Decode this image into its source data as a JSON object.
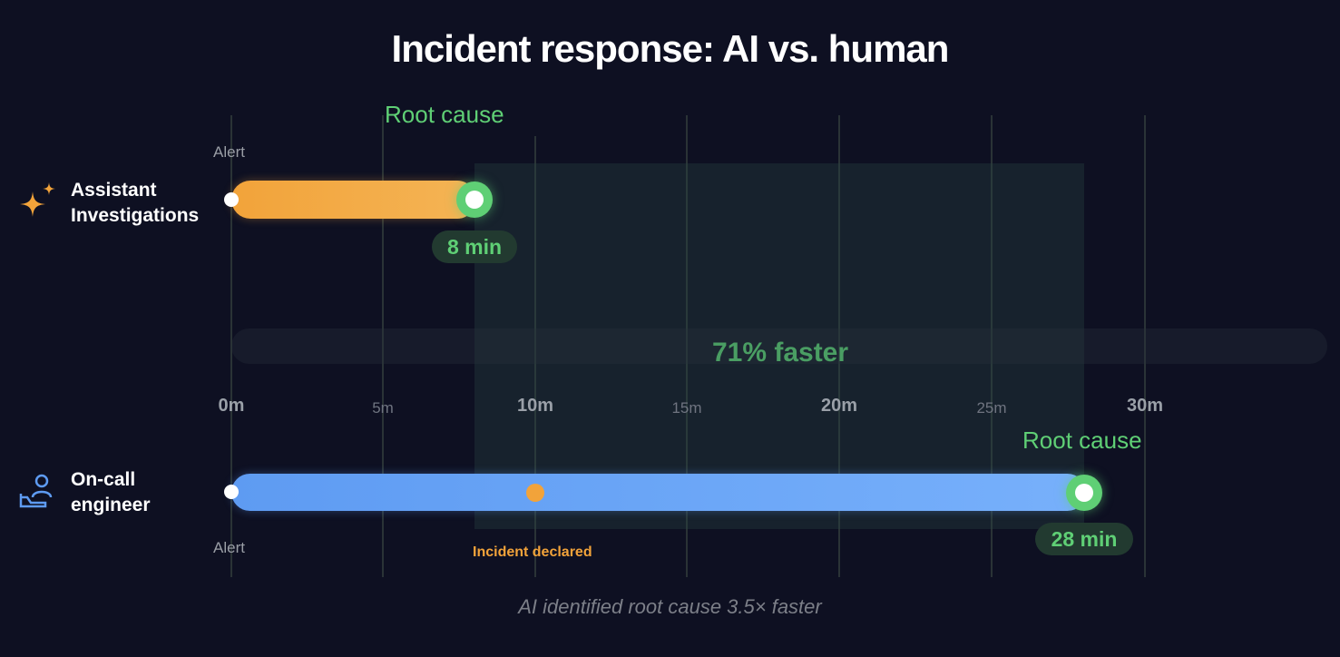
{
  "title": "Incident response: AI vs. human",
  "chart_data": {
    "type": "bar",
    "subtype": "horizontal-timeline",
    "title": "Incident response: AI vs. human",
    "xlabel": "",
    "ylabel": "",
    "xlim": [
      0,
      30
    ],
    "x_unit": "minutes",
    "ticks": [
      "0m",
      "5m",
      "10m",
      "15m",
      "20m",
      "25m",
      "30m"
    ],
    "tick_values": [
      0,
      5,
      10,
      15,
      20,
      25,
      30
    ],
    "grid": true,
    "categories": [
      "Assistant Investigations",
      "On-call engineer"
    ],
    "series": [
      {
        "name": "Assistant Investigations",
        "start": 0,
        "end": 8,
        "color": "#f2a33a",
        "label": "8 min",
        "events": [
          {
            "name": "Alert",
            "x": 0
          },
          {
            "name": "Root cause",
            "x": 8
          }
        ]
      },
      {
        "name": "On-call engineer",
        "start": 0,
        "end": 28,
        "color": "#5e9bf2",
        "label": "28 min",
        "events": [
          {
            "name": "Alert",
            "x": 0
          },
          {
            "name": "Incident declared",
            "x": 10
          },
          {
            "name": "Root cause",
            "x": 28
          }
        ]
      }
    ],
    "annotations": [
      "71% faster",
      "AI identified root cause 3.5× faster"
    ],
    "highlight_region": [
      8,
      28
    ]
  },
  "rows": {
    "ai": {
      "label_line1": "Assistant",
      "label_line2": "Investigations",
      "icon": "sparkle-icon",
      "start_label": "Alert",
      "end_label": "Root cause",
      "duration": "8 min"
    },
    "human": {
      "label_line1": "On-call",
      "label_line2": "engineer",
      "icon": "person-laptop-icon",
      "start_label": "Alert",
      "mid_label": "Incident declared",
      "end_label": "Root cause",
      "duration": "28 min"
    }
  },
  "axis": {
    "ticks": [
      {
        "label": "0m",
        "major": true
      },
      {
        "label": "5m",
        "major": false
      },
      {
        "label": "10m",
        "major": true
      },
      {
        "label": "15m",
        "major": false
      },
      {
        "label": "20m",
        "major": true
      },
      {
        "label": "25m",
        "major": false
      },
      {
        "label": "30m",
        "major": true
      }
    ]
  },
  "comparison": {
    "label": "71% faster"
  },
  "footer": "AI identified root cause 3.5× faster",
  "colors": {
    "background": "#0e1022",
    "ai": "#f2a33a",
    "human": "#5e9bf2",
    "root_cause": "#5fcf75"
  }
}
